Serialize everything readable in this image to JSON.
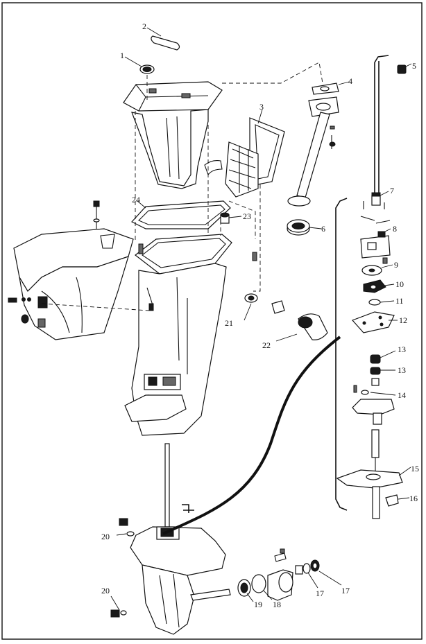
{
  "callouts": [
    {
      "id": "c1",
      "text": "1"
    },
    {
      "id": "c2",
      "text": "2"
    },
    {
      "id": "c3",
      "text": "3"
    },
    {
      "id": "c4",
      "text": "4"
    },
    {
      "id": "c5",
      "text": "5"
    },
    {
      "id": "c6",
      "text": "6"
    },
    {
      "id": "c7",
      "text": "7"
    },
    {
      "id": "c8",
      "text": "8"
    },
    {
      "id": "c9",
      "text": "9"
    },
    {
      "id": "c10",
      "text": "10"
    },
    {
      "id": "c11",
      "text": "11"
    },
    {
      "id": "c12",
      "text": "12"
    },
    {
      "id": "c13a",
      "text": "13"
    },
    {
      "id": "c13b",
      "text": "13"
    },
    {
      "id": "c14",
      "text": "14"
    },
    {
      "id": "c15",
      "text": "15"
    },
    {
      "id": "c16",
      "text": "16"
    },
    {
      "id": "c17a",
      "text": "17"
    },
    {
      "id": "c17b",
      "text": "17"
    },
    {
      "id": "c18",
      "text": "18"
    },
    {
      "id": "c19",
      "text": "19"
    },
    {
      "id": "c20a",
      "text": "20"
    },
    {
      "id": "c20b",
      "text": "20"
    },
    {
      "id": "c21",
      "text": "21"
    },
    {
      "id": "c22",
      "text": "22"
    },
    {
      "id": "c23",
      "text": "23"
    },
    {
      "id": "c24",
      "text": "24"
    }
  ]
}
